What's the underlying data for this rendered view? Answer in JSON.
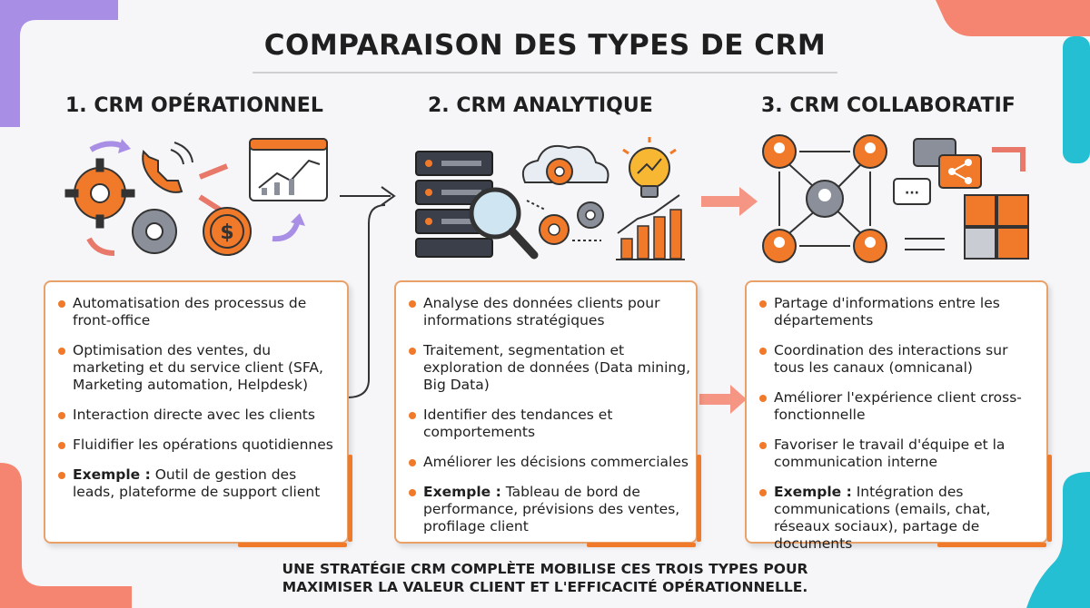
{
  "title": "COMPARAISON DES TYPES DE CRM",
  "columns": [
    {
      "heading": "1. CRM OPÉRATIONNEL",
      "points": [
        "Automatisation des processus de front-office",
        "Optimisation des ventes, du marketing et du service client (SFA, Marketing automation, Helpdesk)",
        "Interaction directe avec les clients",
        "Fluidifier les opérations quotidiennes"
      ],
      "example_label": "Exemple :",
      "example_text": "Outil de gestion des leads, plateforme de support client",
      "icons": [
        "gear-icon",
        "phone-icon",
        "chart-window-icon",
        "dollar-coin-icon",
        "cycle-arrows-icon"
      ]
    },
    {
      "heading": "2. CRM ANALYTIQUE",
      "points": [
        "Analyse des données clients pour informations stratégiques",
        "Traitement, segmentation et exploration de données (Data mining, Big Data)",
        "Identifier des tendances et comportements",
        "Améliorer les décisions commerciales"
      ],
      "example_label": "Exemple :",
      "example_text": "Tableau de bord de performance, prévisions des ventes, profilage client",
      "icons": [
        "server-icon",
        "magnifier-icon",
        "cloud-gear-icon",
        "lightbulb-icon",
        "bar-chart-icon"
      ]
    },
    {
      "heading": "3. CRM COLLABORATIF",
      "points": [
        "Partage d'informations entre les départements",
        "Coordination des interactions sur tous les canaux (omnicanal)",
        "Améliorer l'expérience client cross-fonctionnelle",
        "Favoriser le travail d'équipe et la communication interne"
      ],
      "example_label": "Exemple :",
      "example_text": "Intégration des communications (emails, chat, réseaux sociaux), partage de documents",
      "icons": [
        "people-network-icon",
        "chat-bubble-icon",
        "share-icon",
        "puzzle-icon"
      ]
    }
  ],
  "footer": [
    "UNE STRATÉGIE CRM COMPLÈTE MOBILISE CES TROIS TYPES POUR",
    "MAXIMISER LA VALEUR CLIENT ET L'EFFICACITÉ OPÉRATIONNELLE."
  ],
  "colors": {
    "accent": "#f07a2a",
    "dark": "#3a3f4a",
    "arrow": "#e8786a",
    "purple": "#a98ee6",
    "coral": "#f58470",
    "teal": "#25bfd3"
  }
}
